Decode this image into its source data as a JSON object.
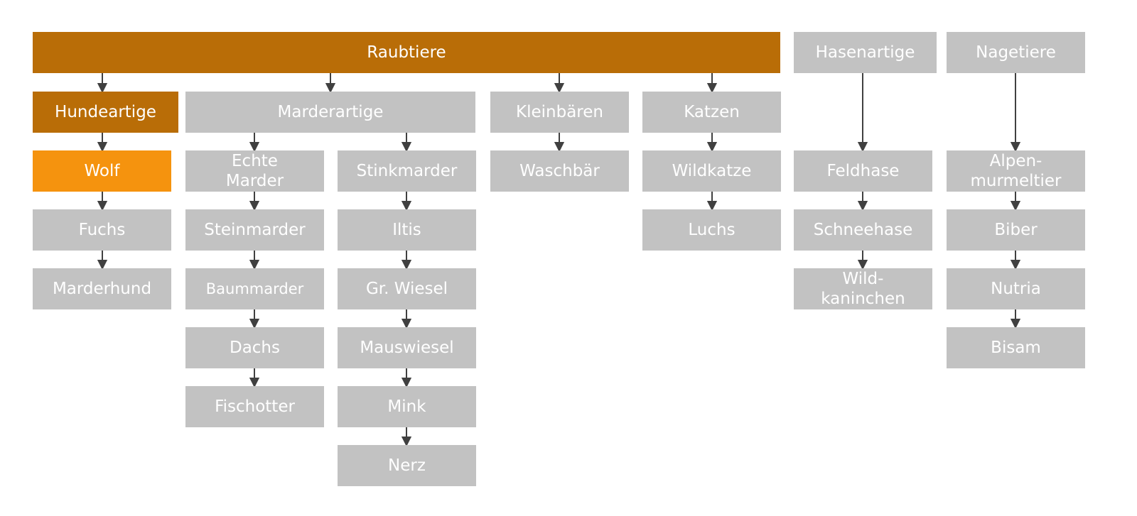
{
  "colors": {
    "highlight_dark": "#b96d07",
    "highlight_light": "#f5930e",
    "node": "#c2c2c2",
    "text": "#ffffff",
    "arrow": "#404040"
  },
  "nodes": {
    "raubtiere": "Raubtiere",
    "hasenartige": "Hasenartige",
    "nagetiere": "Nagetiere",
    "hundeartige": "Hundeartige",
    "marderartige": "Marderartige",
    "kleinbaeren": "Kleinbären",
    "katzen": "Katzen",
    "wolf": "Wolf",
    "fuchs": "Fuchs",
    "marderhund": "Marderhund",
    "echte_marder": "Echte\nMarder",
    "steinmarder": "Steinmarder",
    "baummarder": "Baummarder",
    "dachs": "Dachs",
    "fischotter": "Fischotter",
    "stinkmarder": "Stinkmarder",
    "iltis": "Iltis",
    "gr_wiesel": "Gr. Wiesel",
    "mauswiesel": "Mauswiesel",
    "mink": "Mink",
    "nerz": "Nerz",
    "waschbaer": "Waschbär",
    "wildkatze": "Wildkatze",
    "luchs": "Luchs",
    "feldhase": "Feldhase",
    "schneehase": "Schneehase",
    "wildkaninchen": "Wild-\nkaninchen",
    "alpenmurmeltier": "Alpen-\nmurmeltier",
    "biber": "Biber",
    "nutria": "Nutria",
    "bisam": "Bisam"
  }
}
